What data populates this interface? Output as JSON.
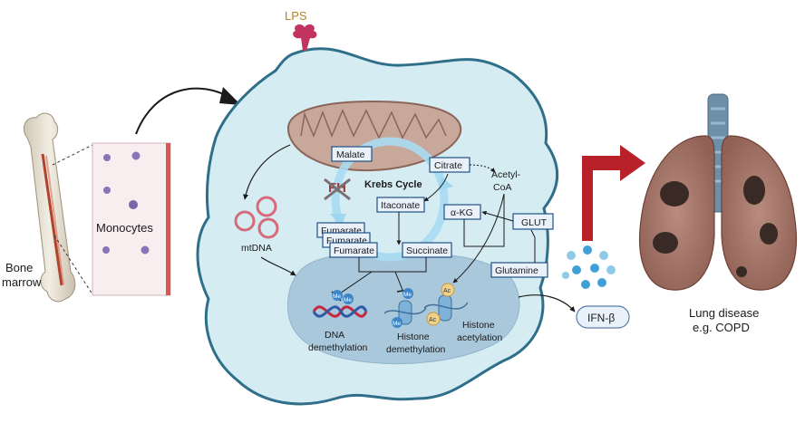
{
  "labels": {
    "lps": "LPS",
    "bone_marrow_line1": "Bone",
    "bone_marrow_line2": "marrow",
    "monocytes": "Monocytes",
    "mtdna": "mtDNA",
    "krebs_cycle": "Krebs Cycle",
    "fh": "FH",
    "acetyl_coa_line1": "Acetyl-",
    "acetyl_coa_line2": "CoA",
    "me": "Me",
    "ac": "Ac",
    "dna_demethylation_line1": "DNA",
    "dna_demethylation_line2": "demethylation",
    "histone_demethylation_line1": "Histone",
    "histone_demethylation_line2": "demethylation",
    "histone_acetylation_line1": "Histone",
    "histone_acetylation_line2": "acetylation",
    "lung_disease_line1": "Lung disease",
    "lung_disease_line2": "e.g. COPD"
  },
  "metabolite_boxes": {
    "malate": "Malate",
    "citrate": "Citrate",
    "itaconate": "Itaconate",
    "fumarate_1": "Fumarate",
    "fumarate_2": "Fumarate",
    "fumarate_3": "Fumarate",
    "succinate": "Succinate",
    "alpha_kg": "α-KG",
    "glut": "GLUT",
    "glutamine": "Glutamine",
    "ifn_beta": "IFN-β"
  },
  "colors": {
    "cell_fill": "#d6ecf3",
    "cell_border": "#2f6f8a",
    "nucleus_fill": "#a9c8dc",
    "mito_fill": "#c7a89b",
    "krebs_arrow": "#a9dcf2",
    "red_arrow": "#b8212a",
    "lps": "#c2335f",
    "ifn_dots": "#3fa0d8",
    "monocyte": "#8b73b8"
  }
}
